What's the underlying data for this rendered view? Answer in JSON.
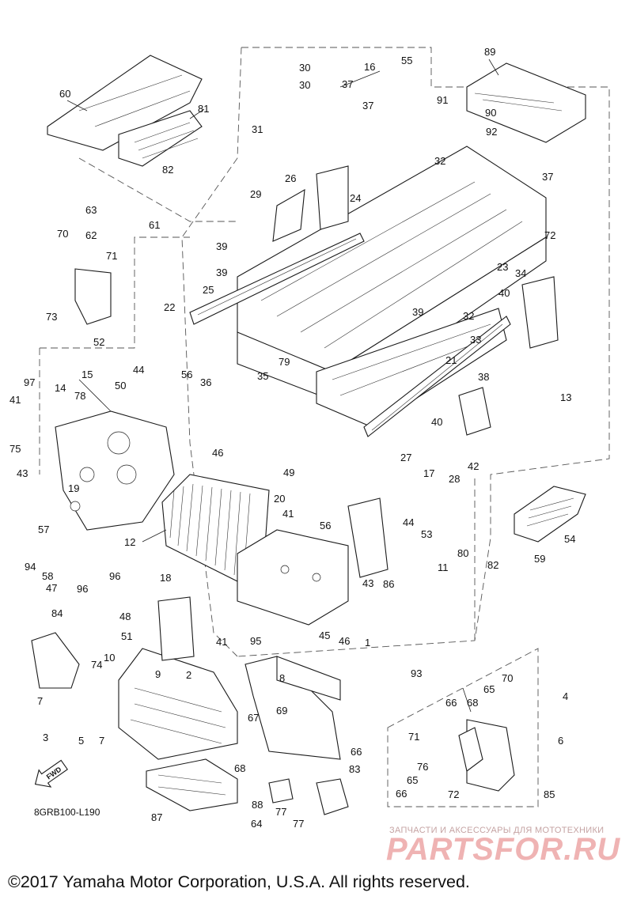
{
  "diagram": {
    "code": "8GRB100-L190",
    "fwd_badge": "FWD",
    "callouts": [
      "60",
      "81",
      "82",
      "30",
      "30",
      "37",
      "37",
      "31",
      "16",
      "55",
      "89",
      "91",
      "90",
      "92",
      "32",
      "37",
      "26",
      "24",
      "29",
      "63",
      "61",
      "62",
      "70",
      "71",
      "39",
      "39",
      "72",
      "73",
      "52",
      "22",
      "25",
      "23",
      "34",
      "40",
      "39",
      "32",
      "33",
      "21",
      "38",
      "13",
      "15",
      "14",
      "78",
      "97",
      "41",
      "50",
      "44",
      "56",
      "36",
      "35",
      "79",
      "75",
      "43",
      "19",
      "46",
      "49",
      "20",
      "40",
      "27",
      "17",
      "28",
      "42",
      "12",
      "41",
      "56",
      "44",
      "53",
      "80",
      "54",
      "11",
      "82",
      "59",
      "57",
      "58",
      "96",
      "94",
      "47",
      "18",
      "86",
      "96",
      "84",
      "48",
      "41",
      "43",
      "45",
      "46",
      "1",
      "51",
      "95",
      "10",
      "9",
      "2",
      "74",
      "93",
      "7",
      "8",
      "69",
      "66",
      "68",
      "65",
      "70",
      "4",
      "3",
      "5",
      "7",
      "67",
      "71",
      "6",
      "66",
      "76",
      "68",
      "65",
      "66",
      "72",
      "85",
      "83",
      "88",
      "77",
      "87",
      "77",
      "64"
    ]
  },
  "watermark": {
    "tagline": "ЗАПЧАСТИ И АКСЕССУАРЫ ДЛЯ МОТОТЕХНИКИ",
    "brand": "PARTSFOR.RU"
  },
  "footer": {
    "copyright": "©2017 Yamaha Motor Corporation, U.S.A. All rights reserved."
  }
}
